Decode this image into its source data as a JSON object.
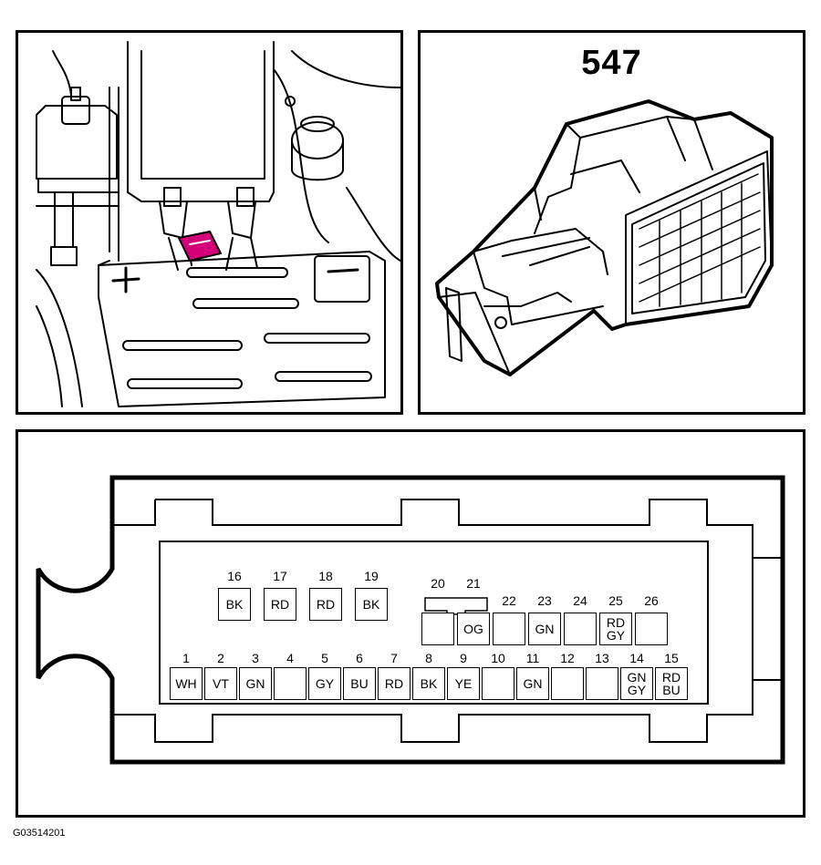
{
  "connector": {
    "number": "547"
  },
  "figure_id": "G03514201",
  "location_view": {
    "battery_plus": "+",
    "battery_minus": "−",
    "highlight_color": "#d4007a"
  },
  "pinout": {
    "top_row": [
      {
        "pin": "16",
        "wire": "BK"
      },
      {
        "pin": "17",
        "wire": "RD"
      },
      {
        "pin": "18",
        "wire": "RD"
      },
      {
        "pin": "19",
        "wire": "BK"
      }
    ],
    "middle_row": [
      {
        "pin": "20",
        "wire": ""
      },
      {
        "pin": "21",
        "wire": "OG"
      },
      {
        "pin": "22",
        "wire": ""
      },
      {
        "pin": "23",
        "wire": "GN"
      },
      {
        "pin": "24",
        "wire": ""
      },
      {
        "pin": "25",
        "wire": "RD\nGY"
      },
      {
        "pin": "26",
        "wire": ""
      }
    ],
    "bottom_row": [
      {
        "pin": "1",
        "wire": "WH"
      },
      {
        "pin": "2",
        "wire": "VT"
      },
      {
        "pin": "3",
        "wire": "GN"
      },
      {
        "pin": "4",
        "wire": ""
      },
      {
        "pin": "5",
        "wire": "GY"
      },
      {
        "pin": "6",
        "wire": "BU"
      },
      {
        "pin": "7",
        "wire": "RD"
      },
      {
        "pin": "8",
        "wire": "BK"
      },
      {
        "pin": "9",
        "wire": "YE"
      },
      {
        "pin": "10",
        "wire": ""
      },
      {
        "pin": "11",
        "wire": "GN"
      },
      {
        "pin": "12",
        "wire": ""
      },
      {
        "pin": "13",
        "wire": ""
      },
      {
        "pin": "14",
        "wire": "GN\nGY"
      },
      {
        "pin": "15",
        "wire": "RD\nBU"
      }
    ]
  }
}
